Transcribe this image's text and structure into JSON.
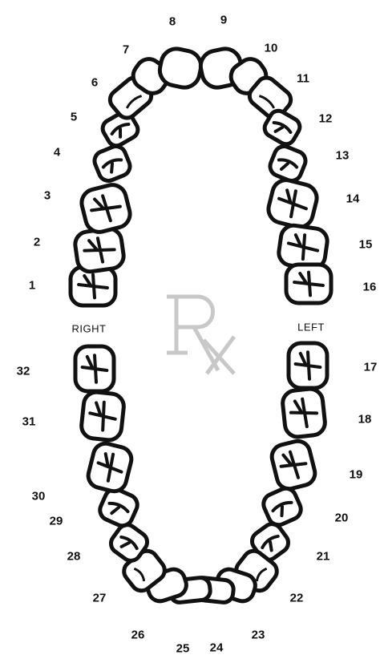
{
  "labels": {
    "right": "RIGHT",
    "left": "LEFT"
  },
  "rx_symbol": "Rx",
  "teeth": [
    {
      "n": "1",
      "kind": "molar"
    },
    {
      "n": "2",
      "kind": "molar"
    },
    {
      "n": "3",
      "kind": "molar"
    },
    {
      "n": "4",
      "kind": "premolar"
    },
    {
      "n": "5",
      "kind": "premolar"
    },
    {
      "n": "6",
      "kind": "canine"
    },
    {
      "n": "7",
      "kind": "incisor"
    },
    {
      "n": "8",
      "kind": "incisor"
    },
    {
      "n": "9",
      "kind": "incisor"
    },
    {
      "n": "10",
      "kind": "incisor"
    },
    {
      "n": "11",
      "kind": "canine"
    },
    {
      "n": "12",
      "kind": "premolar"
    },
    {
      "n": "13",
      "kind": "premolar"
    },
    {
      "n": "14",
      "kind": "molar"
    },
    {
      "n": "15",
      "kind": "molar"
    },
    {
      "n": "16",
      "kind": "molar"
    },
    {
      "n": "17",
      "kind": "molar"
    },
    {
      "n": "18",
      "kind": "molar"
    },
    {
      "n": "19",
      "kind": "molar"
    },
    {
      "n": "20",
      "kind": "premolar"
    },
    {
      "n": "21",
      "kind": "premolar"
    },
    {
      "n": "22",
      "kind": "canine"
    },
    {
      "n": "23",
      "kind": "incisor"
    },
    {
      "n": "24",
      "kind": "incisor"
    },
    {
      "n": "25",
      "kind": "incisor"
    },
    {
      "n": "26",
      "kind": "incisor"
    },
    {
      "n": "27",
      "kind": "canine"
    },
    {
      "n": "28",
      "kind": "premolar"
    },
    {
      "n": "29",
      "kind": "premolar"
    },
    {
      "n": "30",
      "kind": "molar"
    },
    {
      "n": "31",
      "kind": "molar"
    },
    {
      "n": "32",
      "kind": "molar"
    }
  ],
  "colors": {
    "outline": "#111111",
    "rx": "#c8c8c8"
  }
}
